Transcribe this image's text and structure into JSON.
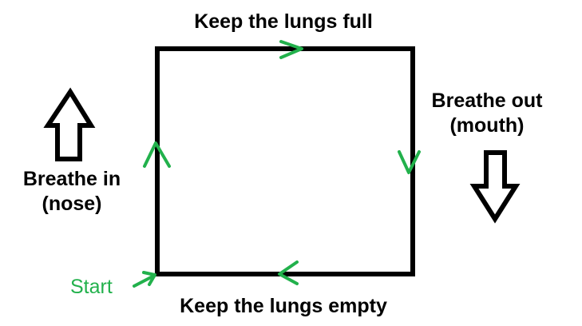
{
  "title": "",
  "phases": {
    "top": "Keep the lungs full",
    "right_line1": "Breathe out",
    "right_line2": "(mouth)",
    "bottom": "Keep the lungs empty",
    "left_line1": "Breathe in",
    "left_line2": "(nose)"
  },
  "start_label": "Start",
  "colors": {
    "square": "#000000",
    "direction_arrows": "#22b14c",
    "start_label": "#22b14c",
    "text": "#000000",
    "block_arrows": "#000000"
  },
  "icons": {
    "in_arrow": "up-block-arrow-icon",
    "out_arrow": "down-block-arrow-icon",
    "direction": "chevron-icon"
  }
}
